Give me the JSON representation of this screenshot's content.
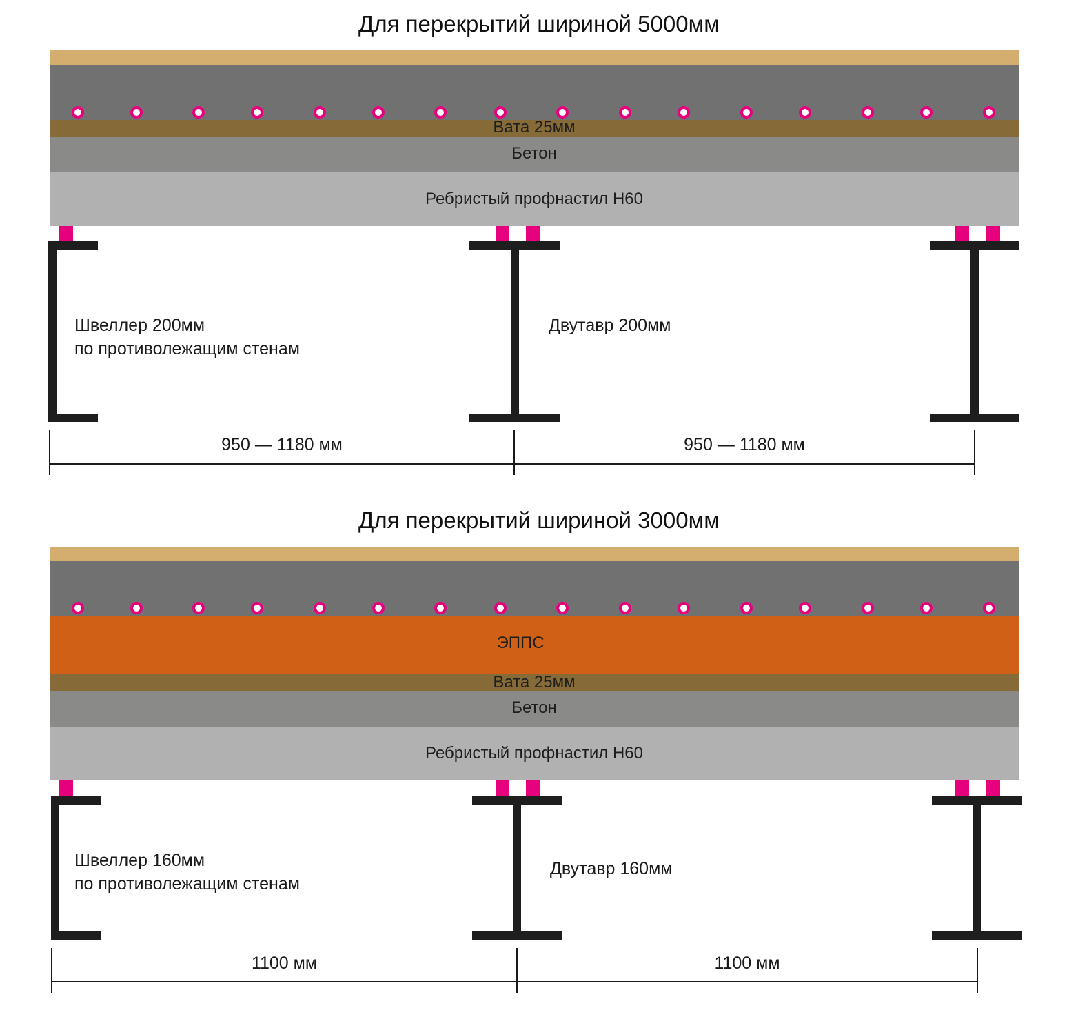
{
  "colors": {
    "top_finish": "#d4ae6e",
    "screed": "#717171",
    "wool": "#866a37",
    "concrete": "#8a8a88",
    "profile_sheet": "#b1b1b1",
    "epps": "#d06016",
    "pipe_ring": "#e6007e",
    "clip": "#e6007e",
    "steel": "#1e1e1e"
  },
  "diagrams": [
    {
      "title": "Для перекрытий шириной 5000мм",
      "layers": {
        "wool": "Вата 25мм",
        "concrete": "Бетон",
        "profile_sheet": "Ребристый профнастил Н60"
      },
      "channel_label": [
        "Швеллер 200мм",
        "по противолежащим стенам"
      ],
      "ibeam_label": "Двутавр 200мм",
      "spans": [
        "950 — 1180 мм",
        "950 — 1180 мм"
      ]
    },
    {
      "title": "Для перекрытий шириной 3000мм",
      "layers": {
        "epps": "ЭППС",
        "wool": "Вата 25мм",
        "concrete": "Бетон",
        "profile_sheet": "Ребристый профнастил Н60"
      },
      "channel_label": [
        "Швеллер 160мм",
        "по противолежащим стенам"
      ],
      "ibeam_label": "Двутавр 160мм",
      "spans": [
        "1100 мм",
        "1100 мм"
      ]
    }
  ]
}
